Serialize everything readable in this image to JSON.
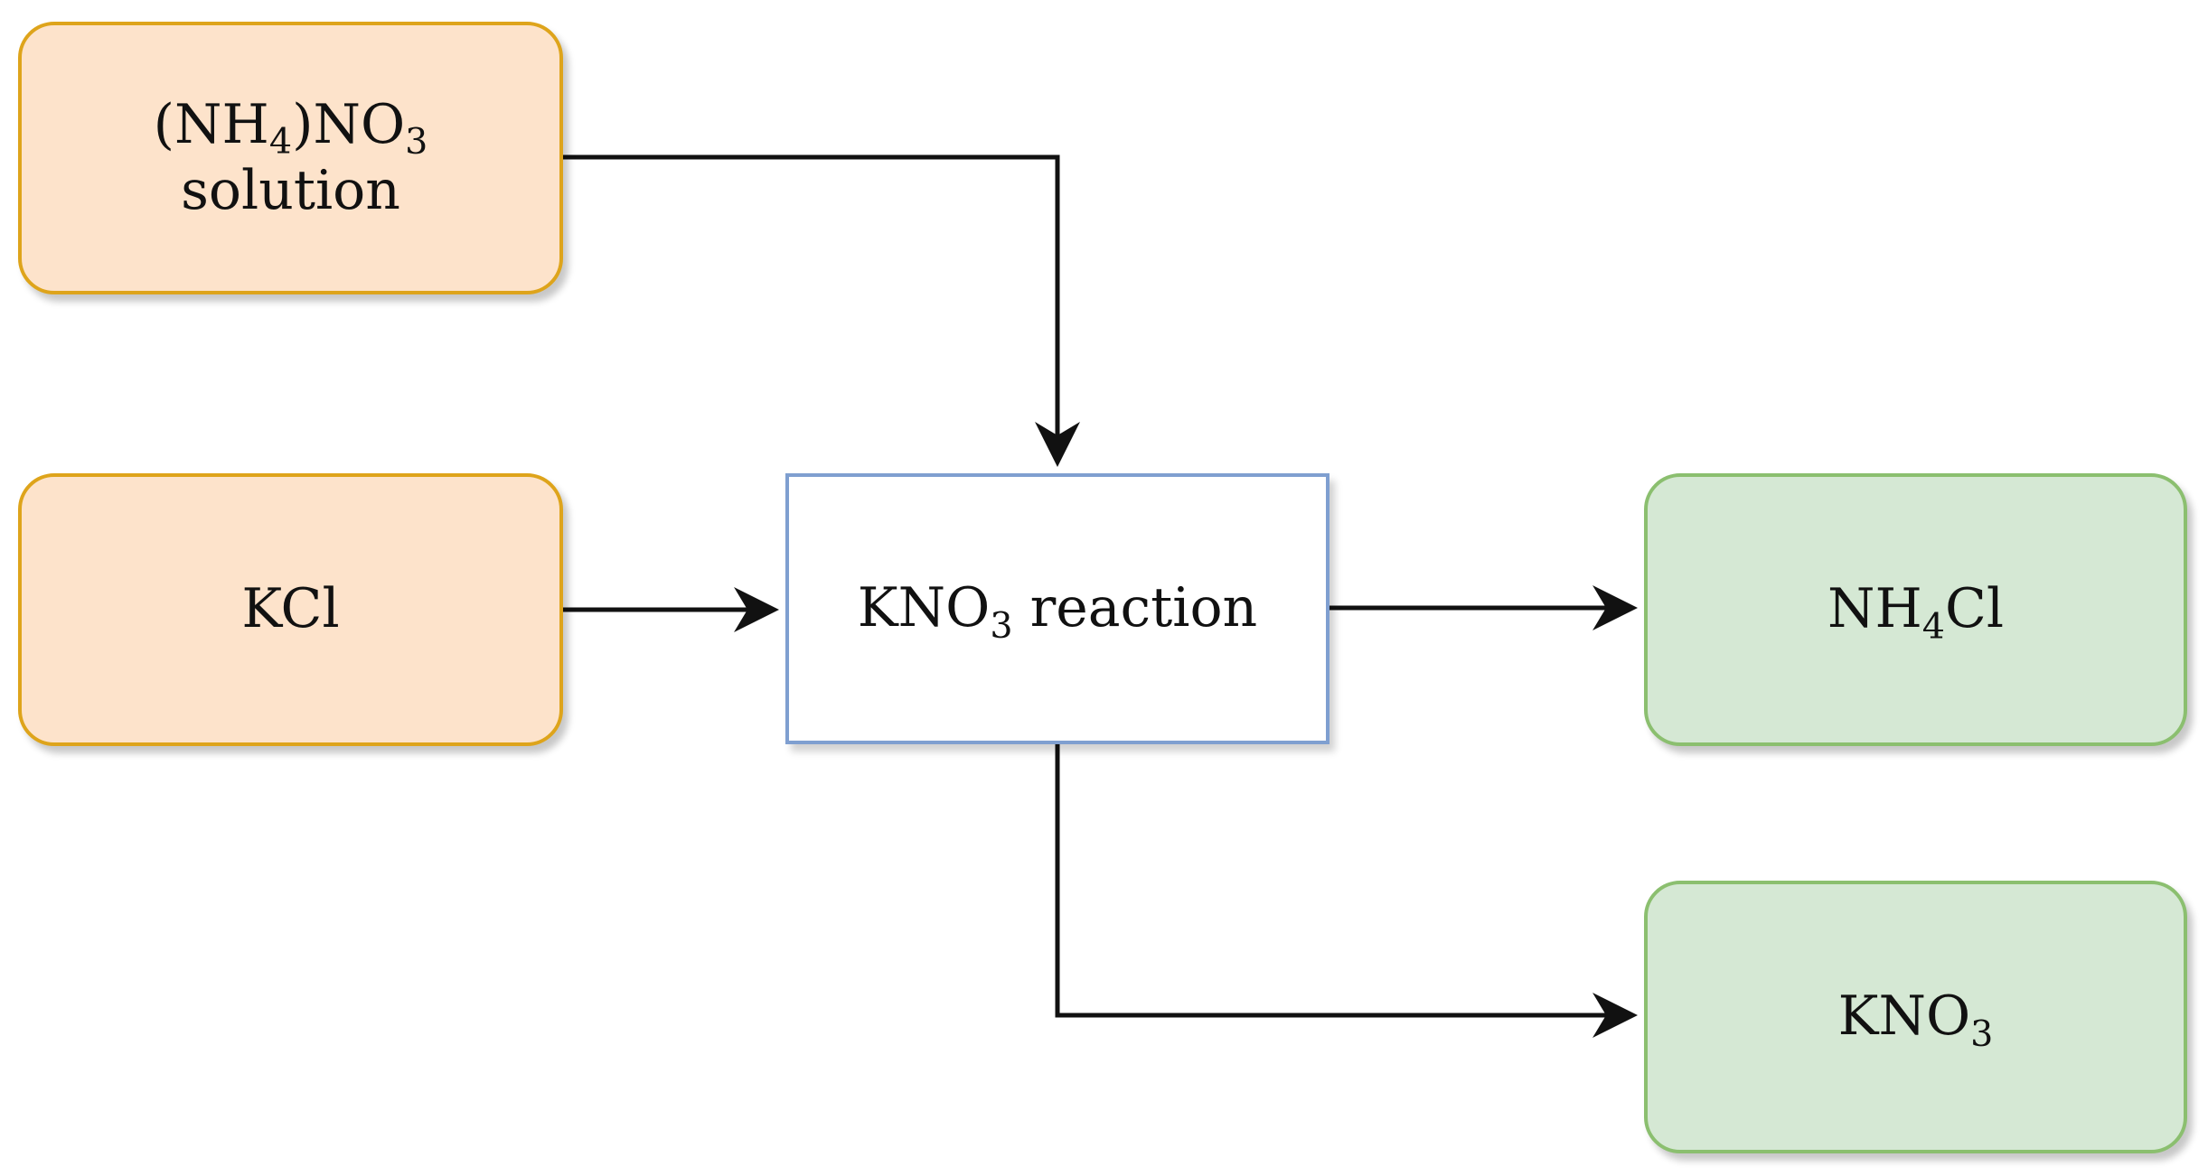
{
  "nodes": {
    "ammonium_nitrate": {
      "line1": {
        "pre": "(NH",
        "sub1": "4",
        "mid": ")NO",
        "sub2": "3"
      },
      "line2": "solution"
    },
    "kcl": {
      "label": "KCl"
    },
    "reaction": {
      "pre": "KNO",
      "sub": "3",
      "post": " reaction"
    },
    "nh4cl": {
      "pre": "NH",
      "sub": "4",
      "post": "Cl"
    },
    "kno3": {
      "pre": "KNO",
      "sub": "3"
    }
  },
  "edges": [
    {
      "from": "ammonium_nitrate",
      "to": "reaction"
    },
    {
      "from": "kcl",
      "to": "reaction"
    },
    {
      "from": "reaction",
      "to": "nh4cl"
    },
    {
      "from": "reaction",
      "to": "kno3"
    }
  ],
  "colors": {
    "input_fill": "#fde3cb",
    "input_border": "#dea41b",
    "output_fill": "#d5e8d4",
    "output_border": "#8bbf6f",
    "process_border": "#7f9fd0",
    "arrow": "#111111"
  }
}
